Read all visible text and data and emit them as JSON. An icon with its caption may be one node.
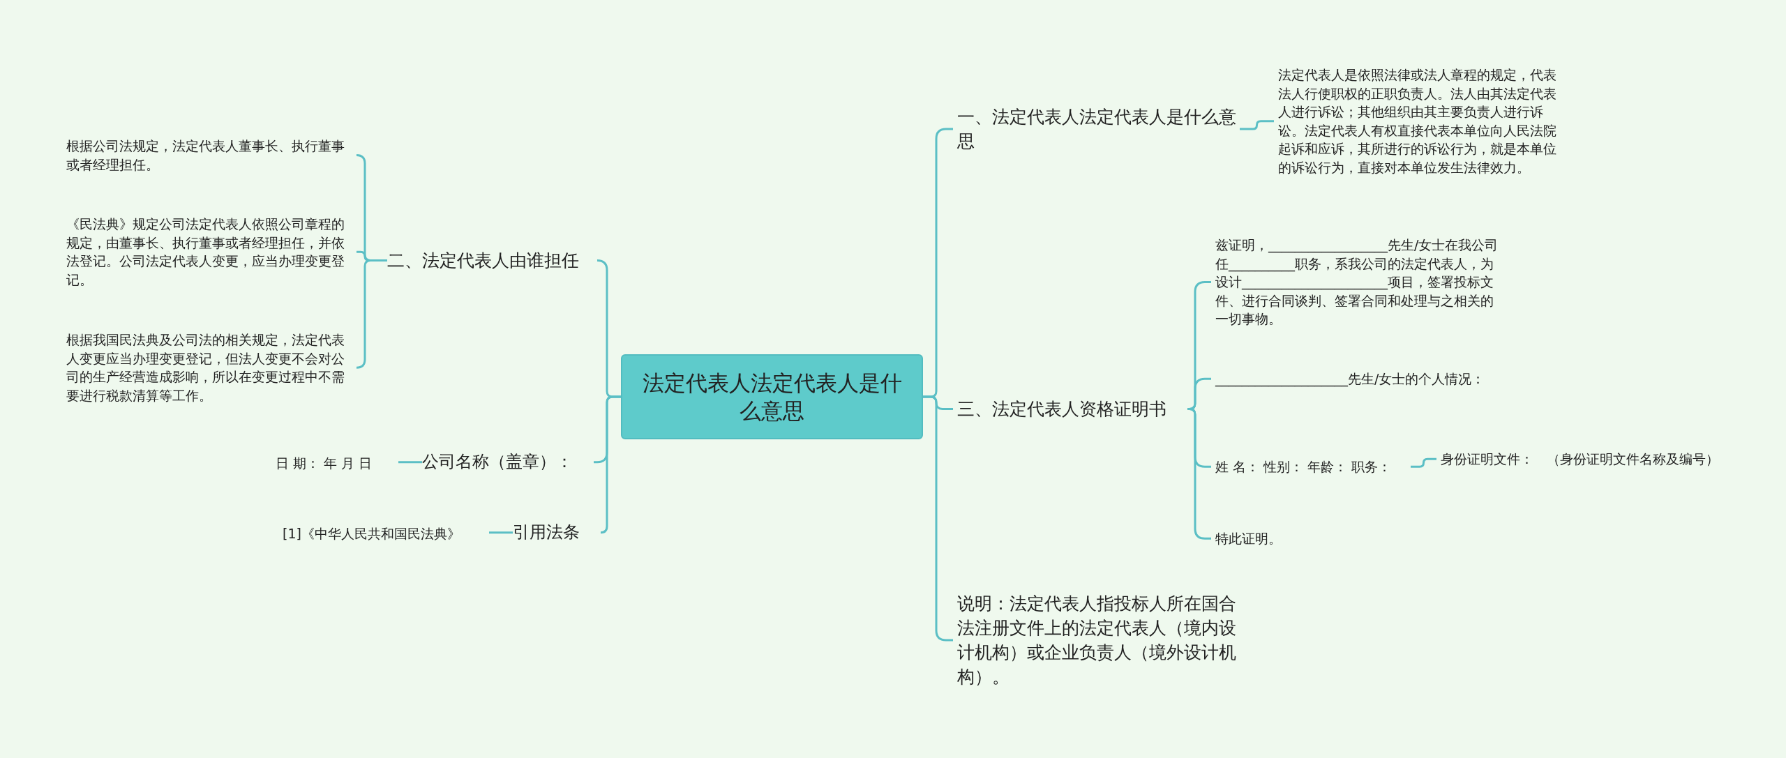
{
  "diagram": {
    "nodes": [
      {
        "text": [
          "法定代表人法定代表人是什么意思"
        ]
      },
      {
        "text": [
          "二、法定代表人由谁担任"
        ]
      },
      {
        "text": [
          "根据公司法规定，法定代表人董事长、执行董事或者经理担任。"
        ]
      },
      {
        "text": [
          "《民法典》规定公司法定代表人依照公司章程的规定，由董事长、执行董事或者经理担任，并依法登记。公司法定代表人变更，应当办理变更登记。"
        ]
      },
      {
        "text": [
          "根据我国民法典及公司法的相关规定，法定代表人变更应当办理变更登记，但法人变更不会对公司的生产经营造成影响，所以在变更过程中不需要进行税款清算等工作。"
        ]
      },
      {
        "text": [
          "公司名称（盖章）："
        ]
      },
      {
        "text": [
          "日 期： 年 月 日"
        ]
      },
      {
        "text": [
          "引用法条"
        ]
      },
      {
        "text": [
          "[1]《中华人民共和国民法典》"
        ]
      },
      {
        "text": [
          "一、法定代表人法定代表人是什么意思"
        ]
      },
      {
        "text": [
          "法定代表人是依照法律或法人章程的规定，代表法人行使职权的正职负责人。法人由其法定代表人进行诉讼；其他组织由其主要负责人进行诉讼。法定代表人有权直接代表本单位向人民法院起诉和应诉，其所进行的诉讼行为，就是本单位的诉讼行为，直接对本单位发生法律效力。"
        ]
      },
      {
        "text": [
          "三、法定代表人资格证明书"
        ]
      },
      {
        "text": [
          "兹证明，__________________先生/女士在我公司任__________职务，系我公司的法定代表人，为设计______________________项目，签署投标文件、进行合同谈判、签署合同和处理与之相关的一切事物。"
        ]
      },
      {
        "text": [
          "____________________先生/女士的个人情况："
        ]
      },
      {
        "text": [
          "姓 名： 性别： 年龄： 职务："
        ]
      },
      {
        "text": [
          "身份证明文件：　（身份证明文件名称及编号）"
        ]
      },
      {
        "text": [
          "特此证明。"
        ]
      },
      {
        "text": [
          "说明：法定代表人指投标人所在国合法注册文件上的法定代表人（境内设计机构）或企业负责人（境外设计机构）。"
        ]
      }
    ],
    "edges": [
      {
        "from": 0,
        "to": 1,
        "arrow": "none"
      },
      {
        "from": 1,
        "to": 2,
        "arrow": "none"
      },
      {
        "from": 1,
        "to": 3,
        "arrow": "none"
      },
      {
        "from": 1,
        "to": 4,
        "arrow": "none"
      },
      {
        "from": 0,
        "to": 5,
        "arrow": "none"
      },
      {
        "from": 5,
        "to": 6,
        "arrow": "none"
      },
      {
        "from": 0,
        "to": 7,
        "arrow": "none"
      },
      {
        "from": 7,
        "to": 8,
        "arrow": "none"
      },
      {
        "from": 0,
        "to": 9,
        "arrow": "none"
      },
      {
        "from": 9,
        "to": 10,
        "arrow": "none"
      },
      {
        "from": 0,
        "to": 11,
        "arrow": "none"
      },
      {
        "from": 11,
        "to": 12,
        "arrow": "none"
      },
      {
        "from": 11,
        "to": 13,
        "arrow": "none"
      },
      {
        "from": 11,
        "to": 14,
        "arrow": "none"
      },
      {
        "from": 14,
        "to": 15,
        "arrow": "none"
      },
      {
        "from": 11,
        "to": 16,
        "arrow": "none"
      },
      {
        "from": 0,
        "to": 17,
        "arrow": "none"
      }
    ]
  }
}
